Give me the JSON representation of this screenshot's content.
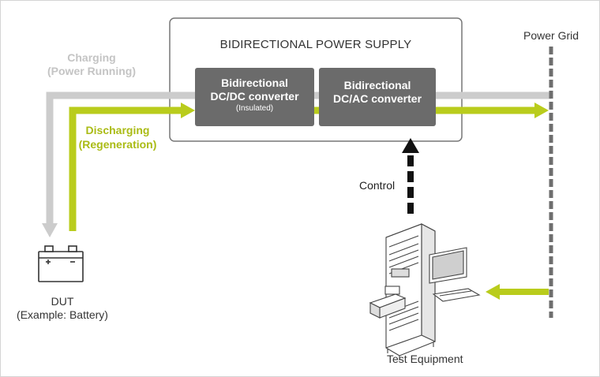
{
  "diagram": {
    "power_supply_title": "BIDIRECTIONAL POWER SUPPLY",
    "dcdc": {
      "line1": "Bidirectional",
      "line2": "DC/DC converter",
      "note": "(Insulated)"
    },
    "dcac": {
      "line1": "Bidirectional",
      "line2": "DC/AC converter"
    },
    "power_grid": "Power Grid",
    "charging": {
      "line1": "Charging",
      "line2": "(Power Running)"
    },
    "discharging": {
      "line1": "Discharging",
      "line2": "(Regeneration)"
    },
    "control": "Control",
    "dut": {
      "line1": "DUT",
      "line2": "(Example: Battery)"
    },
    "test_equipment": "Test Equipment",
    "colors": {
      "charging": "#cccccc",
      "discharging": "#b9cc1c",
      "converter": "#6b6b6b",
      "grid": "#6e6e6e",
      "control": "#111111"
    }
  }
}
